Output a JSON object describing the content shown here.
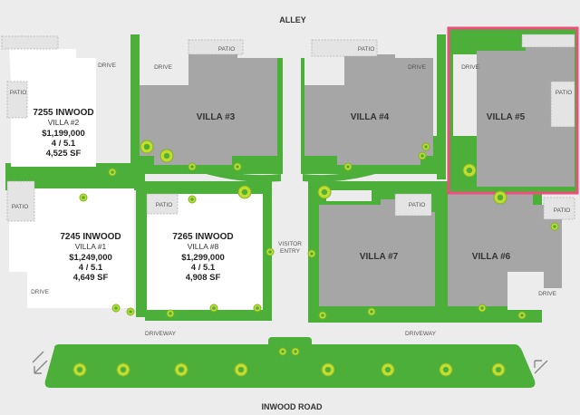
{
  "roads": {
    "top": "ALLEY",
    "bottom": "INWOOD ROAD",
    "driveway_left": "DRIVEWAY",
    "driveway_right": "DRIVEWAY"
  },
  "visitor_entry": [
    "VISITOR",
    "ENTRY"
  ],
  "area_labels": {
    "drive": "DRIVE",
    "patio": "PATIO"
  },
  "villas": {
    "v3": "VILLA #3",
    "v4": "VILLA #4",
    "v5": "VILLA #5",
    "v6": "VILLA #6",
    "v7": "VILLA #7"
  },
  "homes": {
    "h7255": {
      "name": "7255 INWOOD",
      "villa": "VILLA #2",
      "price": "$1,199,000",
      "rooms": "4 / 5.1",
      "sqft": "4,525 SF"
    },
    "h7245": {
      "name": "7245 INWOOD",
      "villa": "VILLA #1",
      "price": "$1,249,000",
      "rooms": "4 / 5.1",
      "sqft": "4,649 SF"
    },
    "h7265": {
      "name": "7265 INWOOD",
      "villa": "VILLA #8",
      "price": "$1,299,000",
      "rooms": "4 / 5.1",
      "sqft": "4,908 SF"
    }
  },
  "colors": {
    "green": "#4caf3a",
    "lot_gray": "#a6a6a6",
    "pavement": "#ececec",
    "highlight": "#ee4d7e",
    "tree": "#c4dc2c"
  }
}
